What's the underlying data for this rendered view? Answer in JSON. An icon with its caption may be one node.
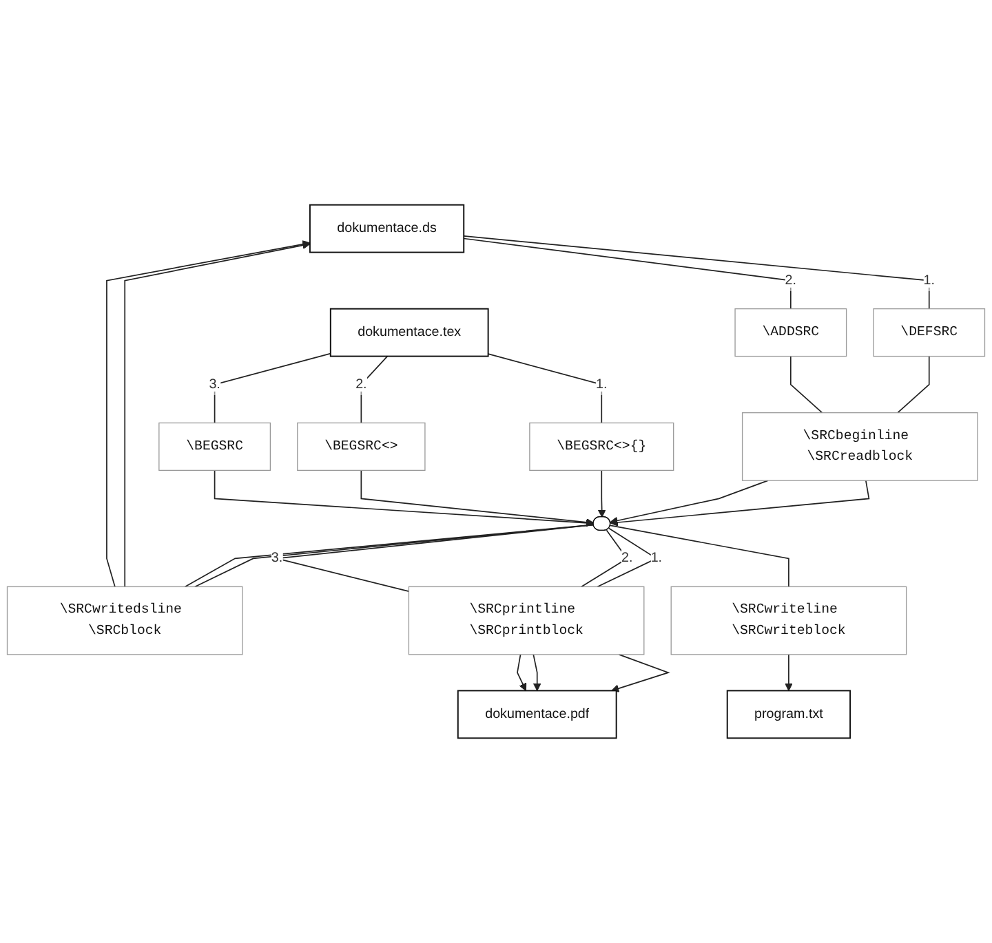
{
  "diagram": {
    "nodes": [
      {
        "text": [
          "dokumentace.ds"
        ]
      },
      {
        "text": [
          "dokumentace.tex"
        ]
      },
      {
        "text": [
          "\\DEFSRC"
        ]
      },
      {
        "text": [
          "\\ADDSRC"
        ]
      },
      {
        "text": [
          "\\BEGSRC<>{}"
        ]
      },
      {
        "text": [
          "\\BEGSRC"
        ]
      },
      {
        "text": [
          "\\SRCbeginline \\SRCreadblock"
        ]
      },
      {
        "text": [
          "\\BEGSRC<>"
        ]
      },
      {
        "text": [],
        "shape": "ellipse"
      },
      {
        "text": [
          "\\SRCwritedsline \\SRCblock"
        ]
      },
      {
        "text": [
          "\\SRCprintline \\SRCprintblock"
        ]
      },
      {
        "text": [
          "\\SRCwriteline \\SRCwriteblock"
        ]
      },
      {
        "text": [
          "dokumentace.pdf"
        ]
      },
      {
        "text": [
          "program.txt"
        ]
      }
    ],
    "edges": [
      {
        "from": 0,
        "to": 2,
        "arrow": "none",
        "label": "1."
      },
      {
        "from": 0,
        "to": 3,
        "arrow": "none",
        "label": "2."
      },
      {
        "from": 2,
        "to": 6,
        "arrow": "none"
      },
      {
        "from": 3,
        "to": 6,
        "arrow": "none"
      },
      {
        "from": 6,
        "to": 8,
        "arrow": "to"
      },
      {
        "from": 6,
        "to": 8,
        "arrow": "to"
      },
      {
        "from": 1,
        "to": 4,
        "arrow": "none",
        "label": "1."
      },
      {
        "from": 1,
        "to": 7,
        "arrow": "none",
        "label": "2."
      },
      {
        "from": 1,
        "to": 5,
        "arrow": "none",
        "label": "3."
      },
      {
        "from": 4,
        "to": 8,
        "arrow": "to"
      },
      {
        "from": 7,
        "to": 8,
        "arrow": "to"
      },
      {
        "from": 5,
        "to": 8,
        "arrow": "to"
      },
      {
        "from": 8,
        "to": 10,
        "arrow": "none",
        "label": "1."
      },
      {
        "from": 8,
        "to": 9,
        "arrow": "none"
      },
      {
        "from": 8,
        "to": 10,
        "arrow": "none",
        "label": "2."
      },
      {
        "from": 8,
        "to": 9,
        "arrow": "none"
      },
      {
        "from": 8,
        "to": 10,
        "arrow": "none",
        "label": "3."
      },
      {
        "from": 8,
        "to": 11,
        "arrow": "none"
      },
      {
        "from": 9,
        "to": 0,
        "arrow": "to"
      },
      {
        "from": 9,
        "to": 0,
        "arrow": "to"
      },
      {
        "from": 10,
        "to": 12,
        "arrow": "to"
      },
      {
        "from": 10,
        "to": 12,
        "arrow": "to"
      },
      {
        "from": 10,
        "to": 12,
        "arrow": "to"
      },
      {
        "from": 11,
        "to": 13,
        "arrow": "to"
      }
    ]
  }
}
